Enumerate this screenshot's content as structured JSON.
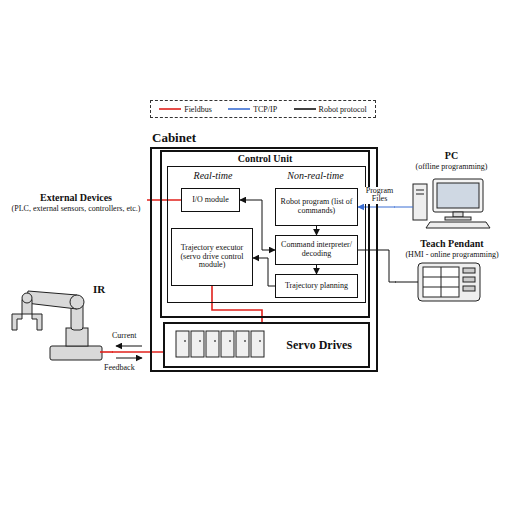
{
  "diagram": {
    "nodes": [
      {
        "text": [
          "Cabinet"
        ]
      },
      {
        "text": [
          "Control Unit"
        ],
        "in": 0
      },
      {
        "text": [
          "Real-time",
          "Non-real-time"
        ],
        "in": 1
      },
      {
        "text": [
          "External Devices",
          "(PLC, external sensors, controllers, etc.)"
        ]
      },
      {
        "text": [
          "I/O module"
        ],
        "in": 2
      },
      {
        "text": [
          "Robot program (list of commands)"
        ],
        "in": 2
      },
      {
        "text": [
          "PC",
          "(offline programming)"
        ]
      },
      {
        "text": [
          "Trajectory executor (servo drive control module)"
        ],
        "in": 2
      },
      {
        "text": [
          "Command interpreter/ decoding"
        ],
        "in": 2
      },
      {
        "text": [
          "Teach Pendant",
          "(HMI - online programming)"
        ]
      },
      {
        "text": [
          "Trajectory planning"
        ],
        "in": 2
      },
      {
        "text": [
          "IR"
        ]
      },
      {
        "text": [
          "Servo Drives"
        ],
        "in": 0
      }
    ],
    "edges": [
      {
        "from": 3,
        "to": 4,
        "arrow": "none"
      },
      {
        "from": 4,
        "to": 8,
        "arrow": "both"
      },
      {
        "from": 6,
        "to": 5,
        "label": "Program Files",
        "arrow": "to"
      },
      {
        "from": 5,
        "to": 8,
        "arrow": "to"
      },
      {
        "from": 8,
        "to": 9,
        "arrow": "none"
      },
      {
        "from": 8,
        "to": 10,
        "arrow": "to"
      },
      {
        "from": 10,
        "to": 7,
        "arrow": "to"
      },
      {
        "from": 7,
        "to": 12,
        "arrow": "none"
      },
      {
        "from": 12,
        "to": 11,
        "arrow": "none"
      }
    ],
    "labels": [
      "Current",
      "Feedback"
    ],
    "legend": [
      {
        "text": "Fieldbus"
      },
      {
        "text": "TCP/IP"
      },
      {
        "text": "Robot protocol"
      }
    ]
  }
}
